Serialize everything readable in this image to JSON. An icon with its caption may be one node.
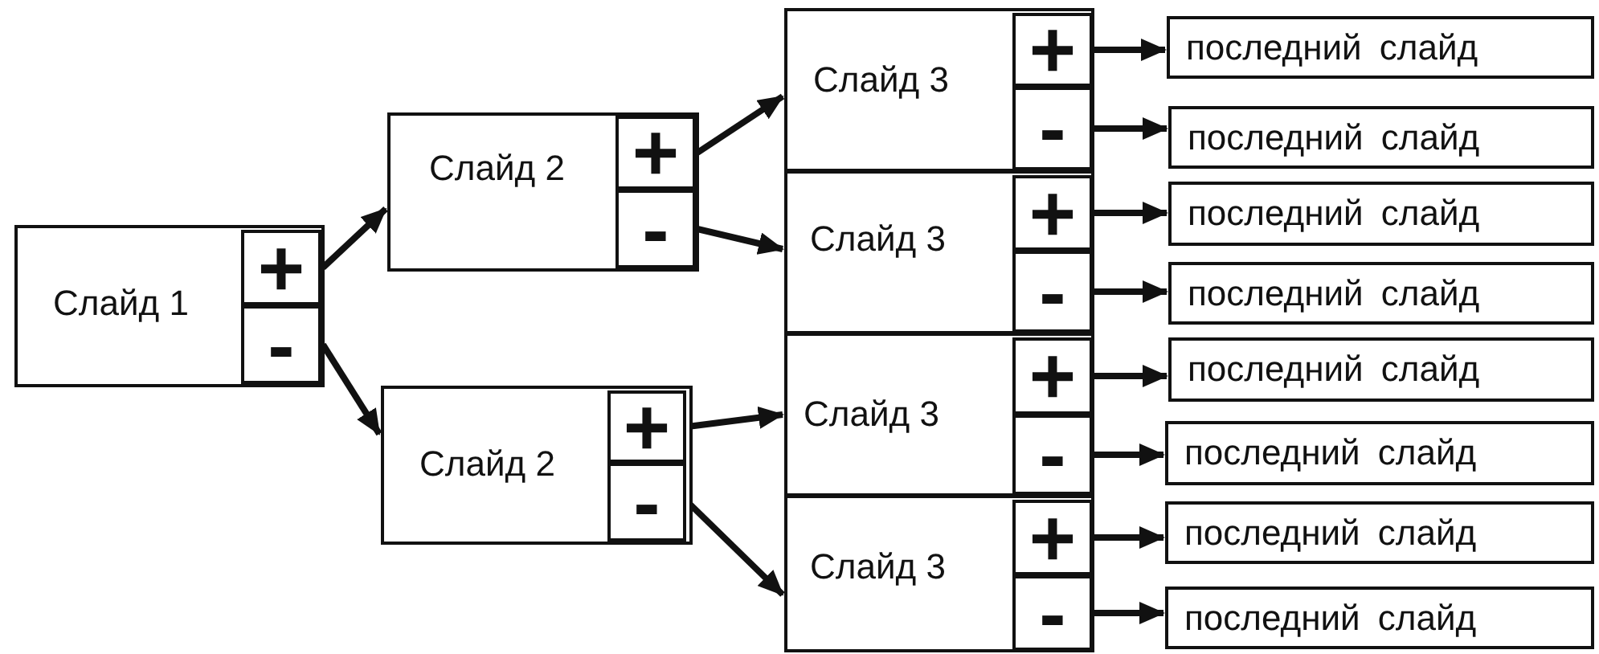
{
  "diagram": {
    "nodes": [
      {
        "text": [
          "Слайд 1"
        ]
      },
      {
        "text": [
          "+"
        ],
        "in": 0
      },
      {
        "text": [
          "-"
        ],
        "in": 0
      },
      {
        "text": [
          "Слайд 2"
        ]
      },
      {
        "text": [
          "+"
        ],
        "in": 3
      },
      {
        "text": [
          "-"
        ],
        "in": 3
      },
      {
        "text": [
          "Слайд 2"
        ]
      },
      {
        "text": [
          "+"
        ],
        "in": 6
      },
      {
        "text": [
          "-"
        ],
        "in": 6
      },
      {
        "text": [
          "Слайд 3"
        ]
      },
      {
        "text": [
          "+"
        ],
        "in": 9
      },
      {
        "text": [
          "-"
        ],
        "in": 9
      },
      {
        "text": [
          "Слайд 3"
        ]
      },
      {
        "text": [
          "+"
        ],
        "in": 12
      },
      {
        "text": [
          "-"
        ],
        "in": 12
      },
      {
        "text": [
          "Слайд 3"
        ]
      },
      {
        "text": [
          "+"
        ],
        "in": 15
      },
      {
        "text": [
          "-"
        ],
        "in": 15
      },
      {
        "text": [
          "Слайд 3"
        ]
      },
      {
        "text": [
          "+"
        ],
        "in": 18
      },
      {
        "text": [
          "-"
        ],
        "in": 18
      },
      {
        "text": [
          "последний слайд"
        ]
      },
      {
        "text": [
          "последний слайд"
        ]
      },
      {
        "text": [
          "последний слайд"
        ]
      },
      {
        "text": [
          "последний слайд"
        ]
      },
      {
        "text": [
          "последний слайд"
        ]
      },
      {
        "text": [
          "последний слайд"
        ]
      },
      {
        "text": [
          "последний слайд"
        ]
      },
      {
        "text": [
          "последний слайд"
        ]
      }
    ],
    "edges": [
      {
        "from": 1,
        "to": 3,
        "arrow": "to"
      },
      {
        "from": 2,
        "to": 6,
        "arrow": "to"
      },
      {
        "from": 4,
        "to": 9,
        "arrow": "to"
      },
      {
        "from": 5,
        "to": 12,
        "arrow": "to"
      },
      {
        "from": 7,
        "to": 15,
        "arrow": "to"
      },
      {
        "from": 8,
        "to": 18,
        "arrow": "to"
      },
      {
        "from": 10,
        "to": 21,
        "arrow": "to"
      },
      {
        "from": 11,
        "to": 22,
        "arrow": "to"
      },
      {
        "from": 13,
        "to": 23,
        "arrow": "to"
      },
      {
        "from": 14,
        "to": 24,
        "arrow": "to"
      },
      {
        "from": 16,
        "to": 25,
        "arrow": "to"
      },
      {
        "from": 17,
        "to": 26,
        "arrow": "to"
      },
      {
        "from": 19,
        "to": 27,
        "arrow": "to"
      },
      {
        "from": 20,
        "to": 28,
        "arrow": "to"
      }
    ]
  }
}
